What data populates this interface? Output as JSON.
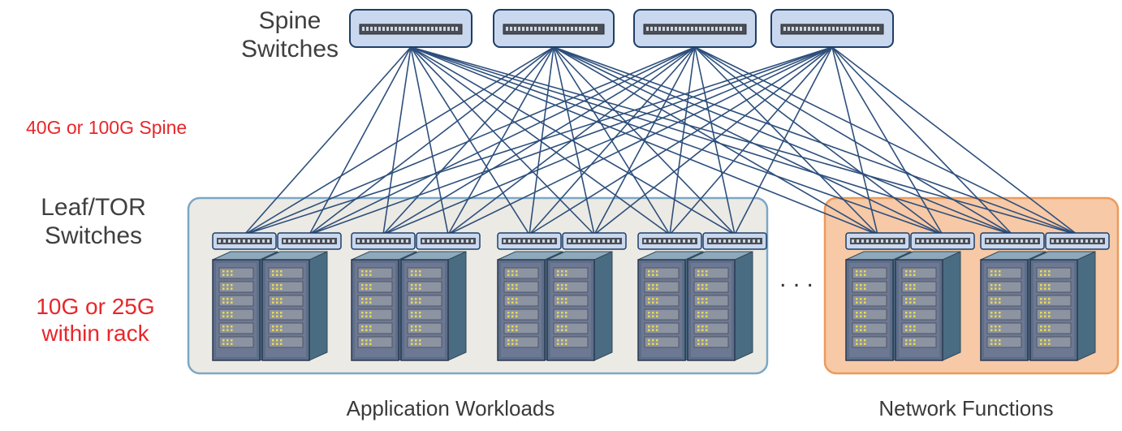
{
  "labels": {
    "spine_line1": "Spine",
    "spine_line2": "Switches",
    "spine_speed": "40G  or  100G Spine",
    "leaf_line1": "Leaf/TOR",
    "leaf_line2": "Switches",
    "rack_speed_line1": "10G or 25G",
    "rack_speed_line2": "within rack",
    "ellipsis": ". . .",
    "app_zone": "Application Workloads",
    "nf_zone": "Network Functions"
  },
  "colors": {
    "link": "#2d4f7c",
    "app_zone_fill": "#eceae4",
    "app_zone_border": "#7ba7c7",
    "nf_zone_fill": "#f7c9a6",
    "nf_zone_border": "#ec9a5b",
    "switch_fill": "#c9d8ee",
    "switch_border": "#1f3e66",
    "rack_front": "#5d6e8a",
    "rack_side": "#4a6c82",
    "rack_top": "#8ea9bb",
    "red_text": "#e8262a"
  }
}
